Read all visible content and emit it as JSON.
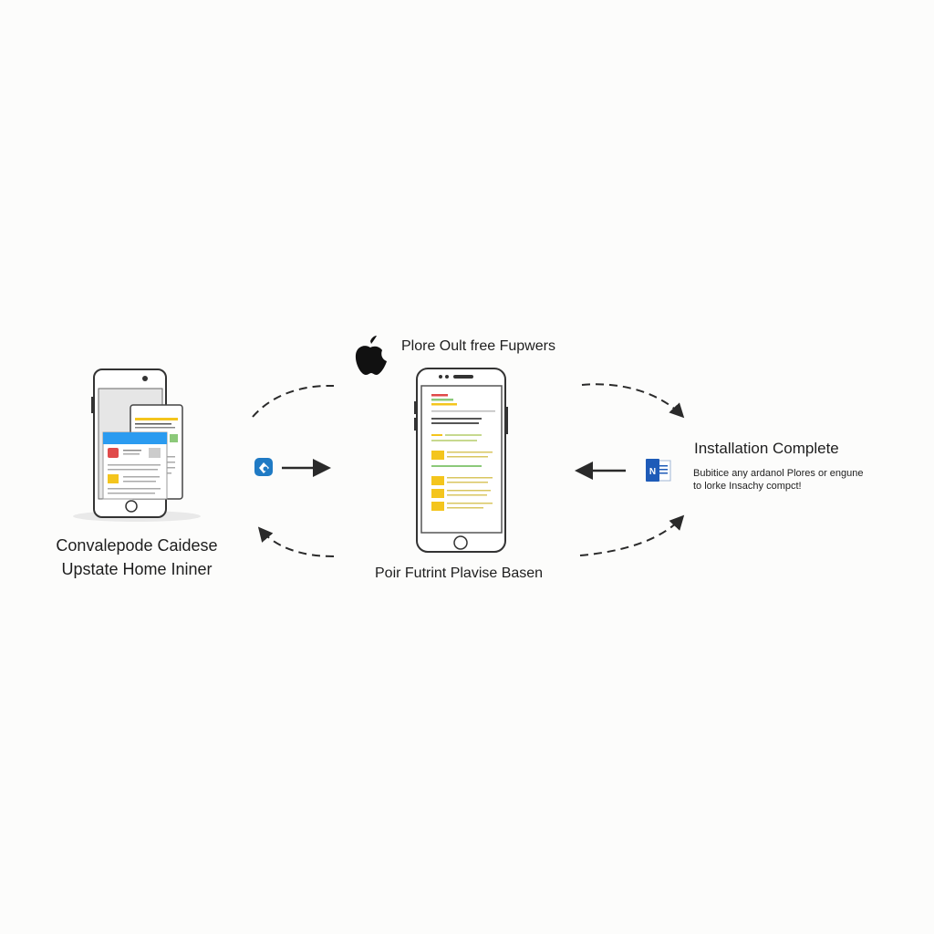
{
  "left_caption": {
    "line1": "Convalepode Caidese",
    "line2": "Upstate Home Ininer"
  },
  "center_caption_top": "Plore Oult free Fupwers",
  "center_caption_bottom": "Poir Futrint Plavise Basen",
  "right_caption": {
    "title": "Installation Complete",
    "line1": "Bubitice any ardanol Plores or engune",
    "line2": "to lorke Insachy compct!"
  },
  "icons": {
    "left_app": "app-badge-icon",
    "apple": "apple-logo-icon",
    "word": "word-doc-icon"
  },
  "colors": {
    "background": "#fcfcfb",
    "line": "#2a2a2a",
    "blue": "#2b9bf0",
    "yellow": "#f4c51d",
    "green": "#8cc97a",
    "red": "#e04a4a",
    "word_blue": "#1e5bb8"
  }
}
